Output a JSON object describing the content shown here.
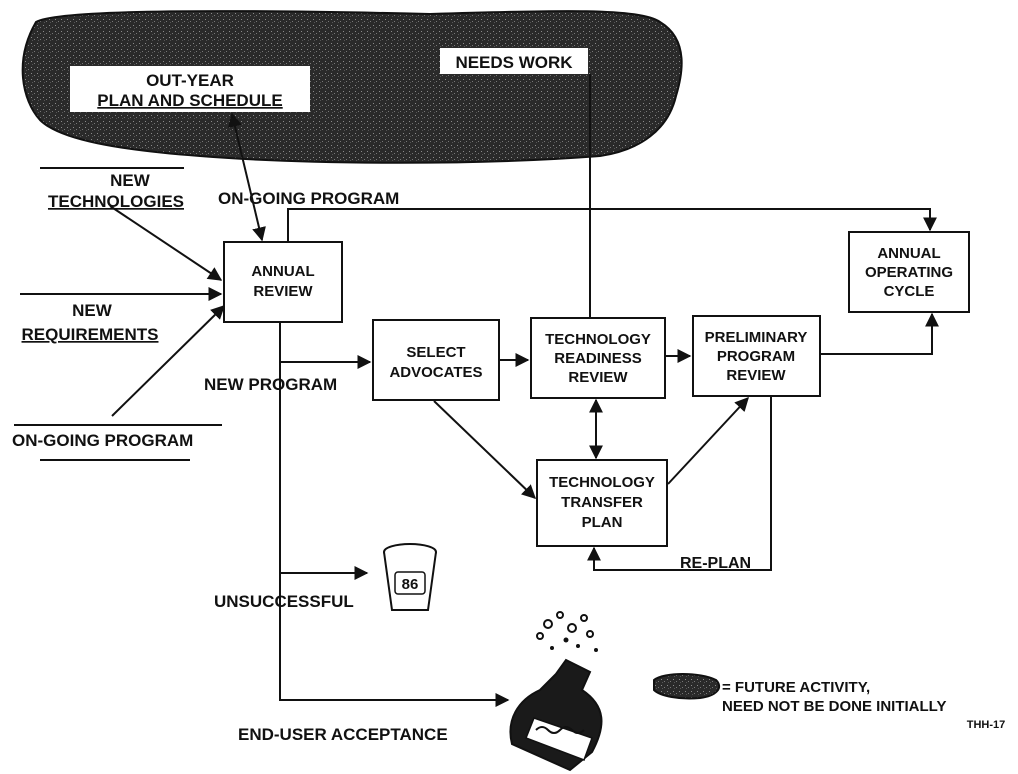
{
  "cloud": {
    "plan_line1": "OUT-YEAR",
    "plan_line2": "PLAN AND SCHEDULE",
    "needs_work": "NEEDS WORK"
  },
  "inputs": {
    "new_technologies_line1": "NEW",
    "new_technologies_line2": "TECHNOLOGIES",
    "new_requirements_line1": "NEW",
    "new_requirements_line2": "REQUIREMENTS",
    "ongoing_program": "ON-GOING PROGRAM"
  },
  "labels": {
    "ongoing_program_top": "ON-GOING PROGRAM",
    "new_program": "NEW PROGRAM",
    "unsuccessful": "UNSUCCESSFUL",
    "end_user_acceptance": "END-USER ACCEPTANCE",
    "re_plan": "RE-PLAN"
  },
  "boxes": {
    "annual_review": [
      "ANNUAL",
      "REVIEW"
    ],
    "select_advocates": [
      "SELECT",
      "ADVOCATES"
    ],
    "technology_readiness_review": [
      "TECHNOLOGY",
      "READINESS",
      "REVIEW"
    ],
    "preliminary_program_review": [
      "PRELIMINARY",
      "PROGRAM",
      "REVIEW"
    ],
    "annual_operating_cycle": [
      "ANNUAL",
      "OPERATING",
      "CYCLE"
    ],
    "technology_transfer_plan": [
      "TECHNOLOGY",
      "TRANSFER",
      "PLAN"
    ]
  },
  "wastebasket": {
    "number": "86"
  },
  "legend": {
    "line1": "= FUTURE ACTIVITY,",
    "line2": "NEED NOT BE DONE INITIALLY"
  },
  "figure_id": "THH-17"
}
